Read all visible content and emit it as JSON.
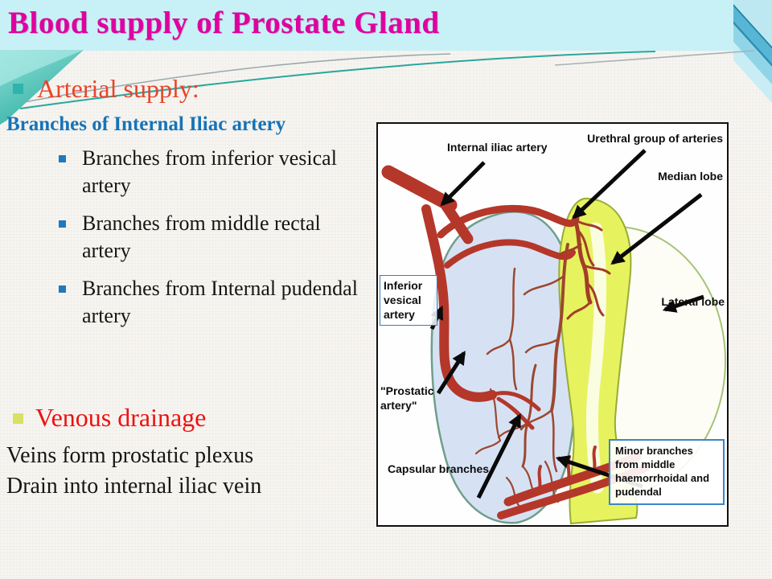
{
  "slide": {
    "title": "Blood supply of Prostate Gland",
    "sections": {
      "arterial": {
        "heading": "Arterial supply:",
        "subheading": "Branches of Internal Iliac artery",
        "bullets": [
          "Branches from inferior vesical artery",
          "Branches from middle rectal artery",
          "Branches from Internal pudendal artery"
        ]
      },
      "venous": {
        "heading": "Venous drainage",
        "lines": [
          "Veins form prostatic plexus",
          "Drain into internal iliac vein"
        ]
      }
    }
  },
  "diagram": {
    "labels": {
      "internal_iliac": "Internal iliac artery",
      "urethral_group": "Urethral group of arteries",
      "median_lobe": "Median lobe",
      "inferior_vesical": "Inferior vesical artery",
      "lateral_lobe": "Lateral lobe",
      "prostatic_artery": "\"Prostatic artery\"",
      "capsular_branches": "Capsular branches",
      "minor_branches": "Minor branches from middle haemorrhoidal and pudendal"
    }
  },
  "colors": {
    "title_bar_bg": "#c8f1f7",
    "title_text": "#df019f",
    "arterial_heading": "#e8452a",
    "branches_subheading": "#1673b8",
    "venous_heading": "#ee1111",
    "bullet_teal": "#2fb3ab",
    "bullet_blue": "#2178bc",
    "bullet_yellow_green": "#d9e063",
    "artery_red": "#b5372a",
    "prostate_blue": "#d6e2f4",
    "urethra_yellow": "#e7f25f",
    "lateral_lobe_outline": "#a6c378",
    "label_box_border": "#3a86c8"
  }
}
